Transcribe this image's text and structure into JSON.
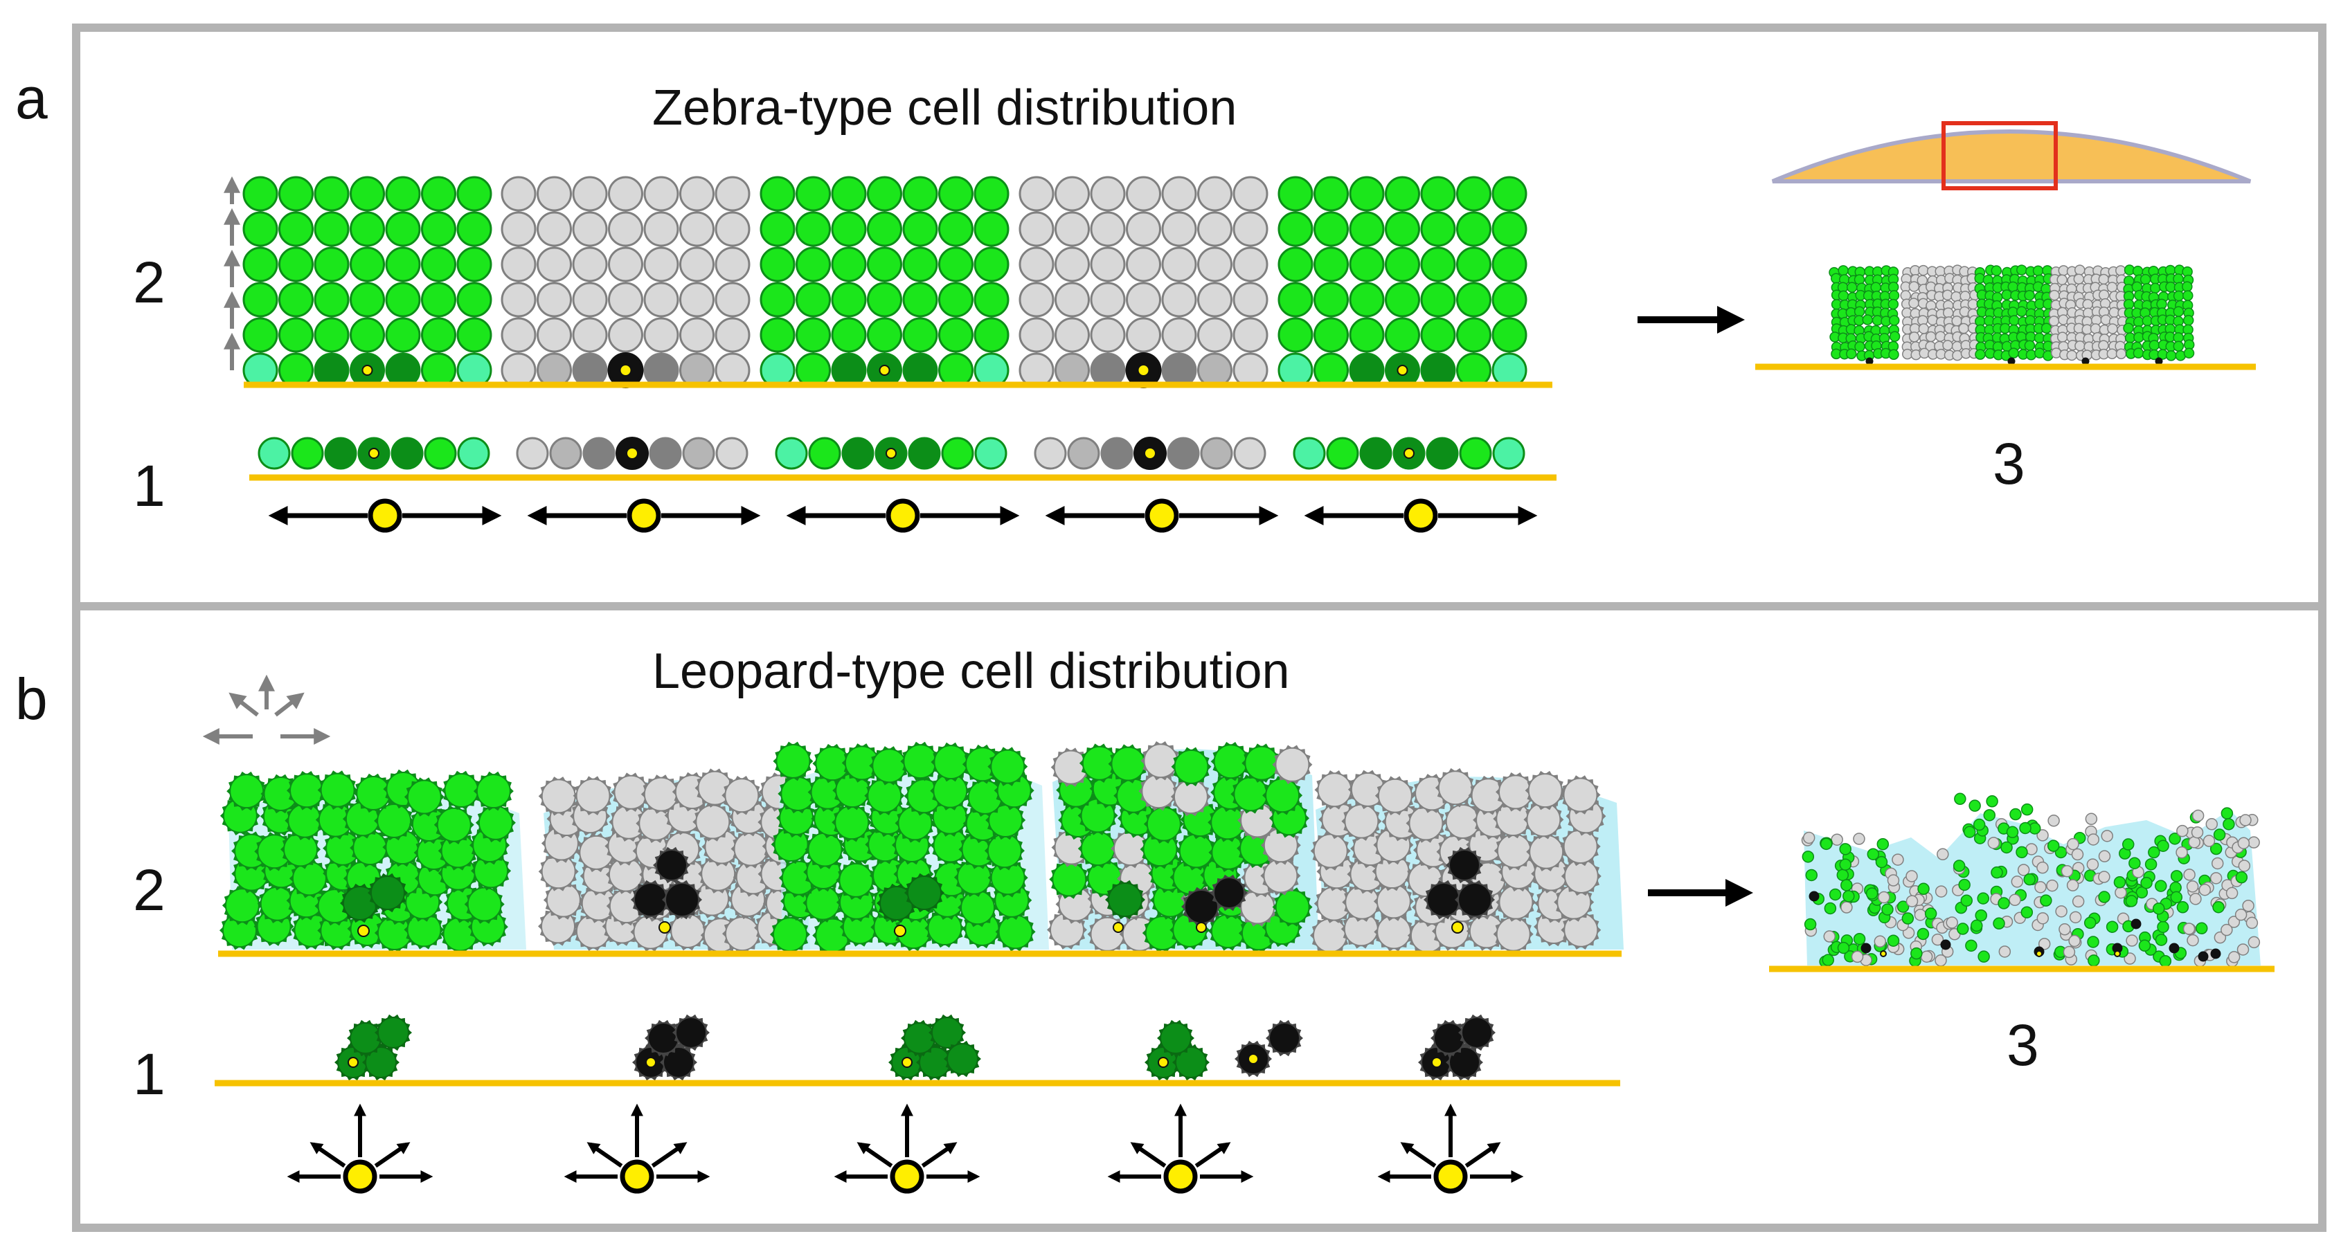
{
  "panels": [
    {
      "letter": "a",
      "title": "Zebra-type cell distribution",
      "row_upper": "2",
      "row_lower": "1",
      "result": "3"
    },
    {
      "letter": "b",
      "title": "Leopard-type cell distribution",
      "row_upper": "2",
      "row_lower": "1",
      "result": "3"
    }
  ],
  "colors": {
    "green": "#1be61b",
    "green_dark": "#0c8e18",
    "green_light": "#4cf2a4",
    "grey": "#d8d8d8",
    "grey_dark": "#808080",
    "black": "#111111",
    "yellow": "#ffee00",
    "substrate": "#f6c200",
    "ecm": "#bfeef6",
    "tissue": "#f7bf56",
    "frame": "#b3b3b3",
    "highlight": "#e3301c"
  },
  "zebra_stripes": [
    "green",
    "grey",
    "green",
    "grey",
    "green"
  ],
  "leopard_clusters": [
    "green",
    "grey",
    "green",
    "mixed",
    "grey"
  ]
}
